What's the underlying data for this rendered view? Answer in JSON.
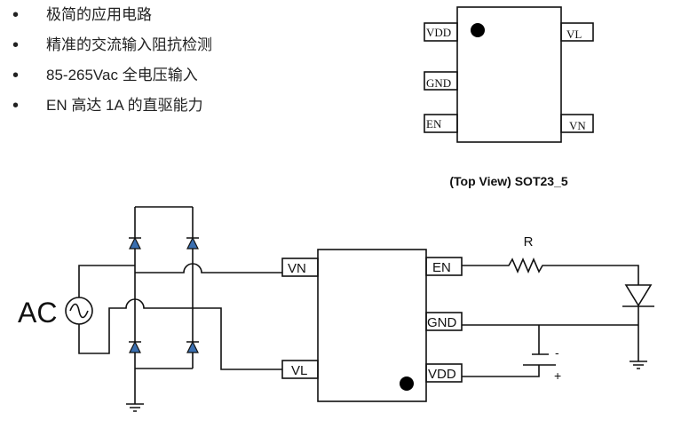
{
  "features": [
    "极简的应用电路",
    "精准的交流输入阻抗检测",
    "85-265Vac 全电压输入",
    "EN 高达 1A 的直驱能力"
  ],
  "bullet_symbol": "•",
  "package": {
    "pins_left": [
      "VDD",
      "GND",
      "EN"
    ],
    "pins_right": [
      "VL",
      "VN"
    ],
    "caption": "(Top View) SOT23_5"
  },
  "circuit": {
    "source_label": "AC",
    "ic_pins_left": [
      "VN",
      "VL"
    ],
    "ic_pins_right": [
      "EN",
      "GND",
      "VDD"
    ],
    "resistor_label": "R",
    "battery_minus": "-",
    "battery_plus": "+",
    "diode_color": "#3a6fb0"
  }
}
